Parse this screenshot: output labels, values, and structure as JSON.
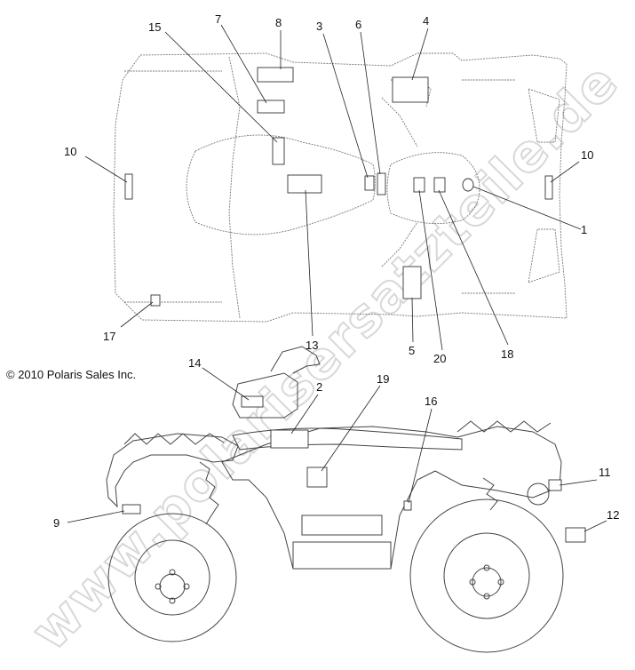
{
  "copyright": "© 2010 Polaris Sales Inc.",
  "watermark": "www.polarisersatzteile.de",
  "callouts": [
    "1",
    "2",
    "3",
    "4",
    "5",
    "6",
    "7",
    "8",
    "9",
    "10",
    "10",
    "11",
    "12",
    "13",
    "14",
    "15",
    "16",
    "17",
    "18",
    "19",
    "20"
  ]
}
